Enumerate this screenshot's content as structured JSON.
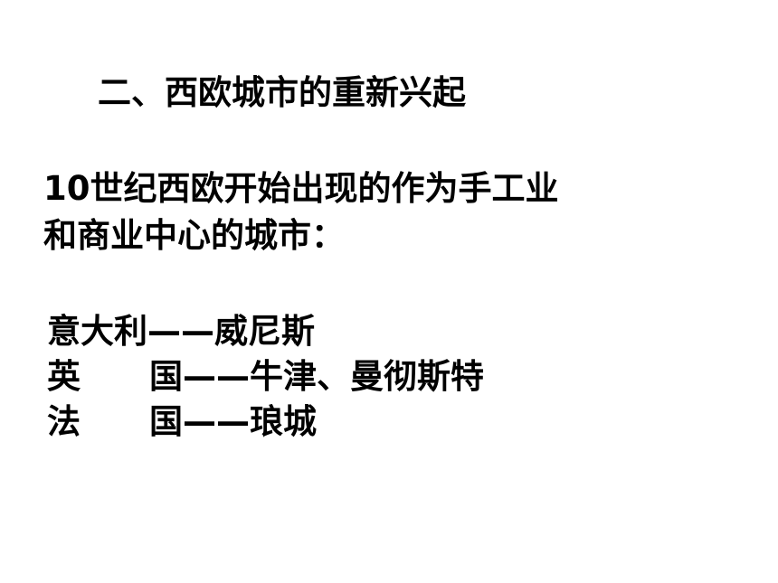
{
  "slide": {
    "title": "二、西欧城市的重新兴起",
    "intro": {
      "line1": "10世纪西欧开始出现的作为手工业",
      "line2": "和商业中心的城市："
    },
    "cities": [
      {
        "country": "意大利",
        "country_chars": [],
        "separator": "——",
        "names": "威尼斯"
      },
      {
        "country": "英国",
        "country_chars": [
          "英",
          "国"
        ],
        "separator": "——",
        "names": "牛津、曼彻斯特"
      },
      {
        "country": "法国",
        "country_chars": [
          "法",
          "国"
        ],
        "separator": "——",
        "names": "琅城"
      }
    ]
  }
}
